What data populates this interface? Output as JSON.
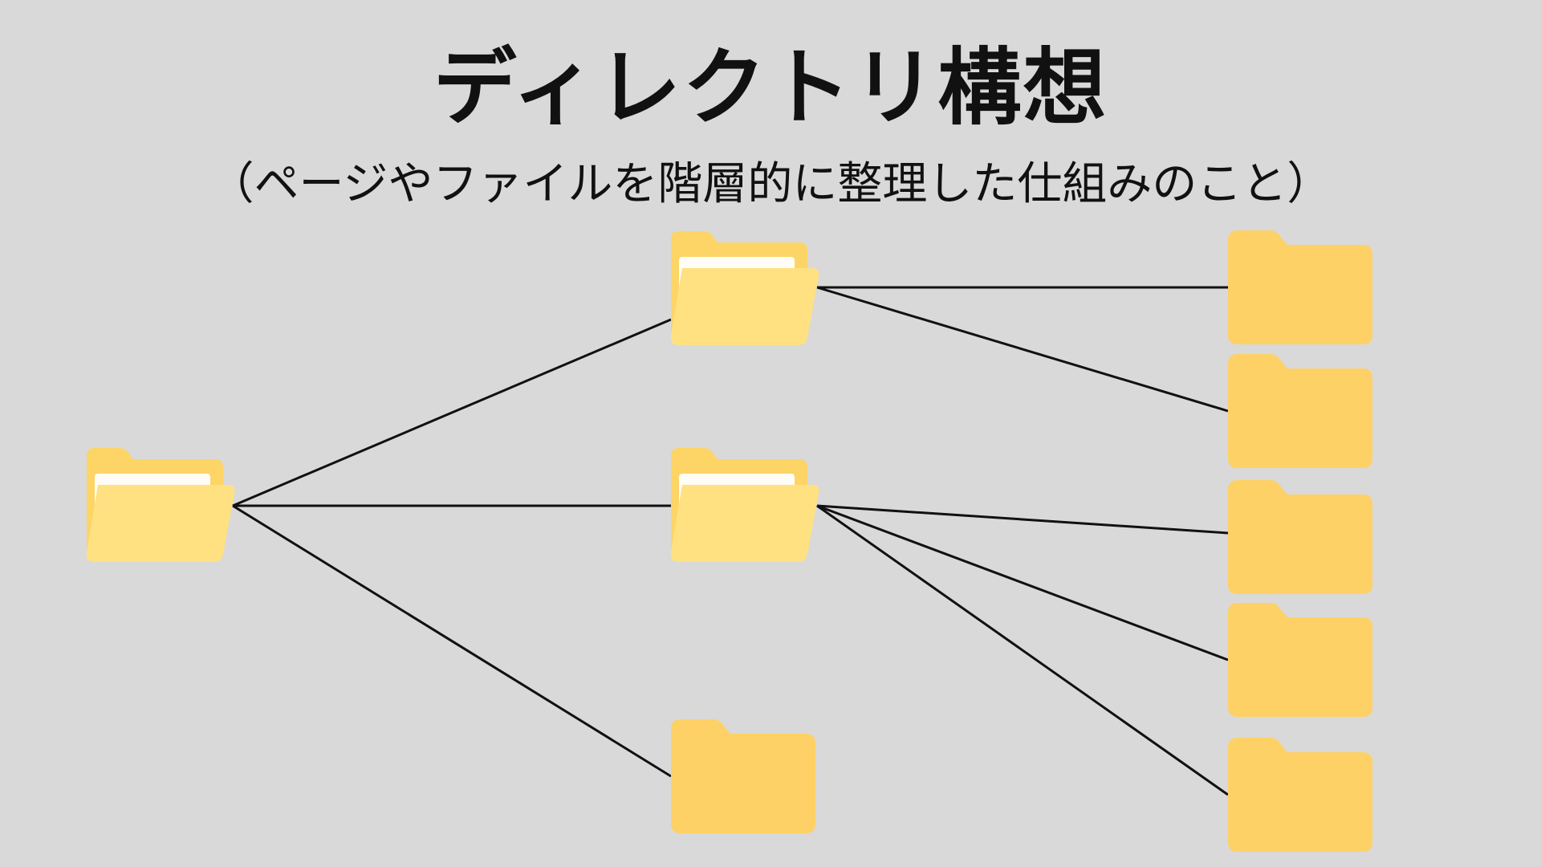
{
  "header": {
    "title": "ディレクトリ構想",
    "subtitle": "（ページやファイルを階層的に整理した仕組みのこと）"
  },
  "colors": {
    "background": "#d9d9d9",
    "line": "#111111",
    "folder_back": "#fdd466",
    "folder_front": "#ffe182",
    "folder_paper": "#fffdf5",
    "folder_closed": "#fed166"
  },
  "tree": {
    "root": {
      "id": "root",
      "kind": "open-folder-icon"
    },
    "level1": [
      {
        "id": "a",
        "kind": "open-folder-icon"
      },
      {
        "id": "b",
        "kind": "open-folder-icon"
      },
      {
        "id": "c",
        "kind": "closed-folder-icon"
      }
    ],
    "level2": [
      {
        "id": "a1",
        "parent": "a",
        "kind": "closed-folder-icon"
      },
      {
        "id": "a2",
        "parent": "a",
        "kind": "closed-folder-icon"
      },
      {
        "id": "b1",
        "parent": "b",
        "kind": "closed-folder-icon"
      },
      {
        "id": "b2",
        "parent": "b",
        "kind": "closed-folder-icon"
      },
      {
        "id": "b3",
        "parent": "b",
        "kind": "closed-folder-icon"
      }
    ]
  }
}
